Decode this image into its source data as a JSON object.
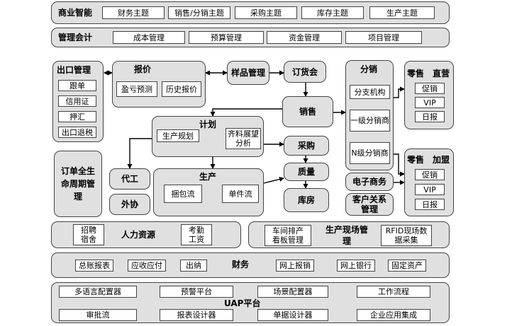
{
  "bi": {
    "title": "商业智能",
    "items": [
      "财务主题",
      "销售/分销主题",
      "采购主题",
      "库存主题",
      "生产主题"
    ]
  },
  "mgmt": {
    "title": "管理会计",
    "items": [
      "成本管理",
      "预算管理",
      "资金管理",
      "项目管理"
    ]
  },
  "export": {
    "title": "出口管理",
    "items": [
      "跟单",
      "信用证",
      "押汇",
      "出口退税"
    ]
  },
  "quote": {
    "title": "报价",
    "items": [
      "盈亏预测",
      "历史报价"
    ]
  },
  "sample": "样品管理",
  "order_meeting": "订货会",
  "sales": "销售",
  "distribution": {
    "title": "分销",
    "items": [
      "分支机构",
      "一级分销商",
      "N级分销商"
    ]
  },
  "retail_direct": {
    "title": "零售　直营",
    "items": [
      "促销",
      "VIP",
      "日报"
    ]
  },
  "retail_franchise": {
    "title": "零售　加盟",
    "items": [
      "促销",
      "VIP",
      "日报"
    ]
  },
  "plan": {
    "title": "计划",
    "items": [
      "生产规划",
      "齐料展望分析"
    ]
  },
  "purchase": "采购",
  "quality": "质量",
  "warehouse": "库房",
  "order_lifecycle": "订单全生命周期管理",
  "oem": "代工",
  "outsource": "外协",
  "production": {
    "title": "生产",
    "items": [
      "捆包流",
      "单件流"
    ]
  },
  "ecommerce": "电子商务",
  "crm": "客户关系管理",
  "hr": {
    "title": "人力资源",
    "items": [
      "招聘宿舍",
      "考勤工资"
    ]
  },
  "shopfloor": {
    "title": "生产现场管理",
    "items": [
      "车间排产看板管理",
      "RFID现场数据采集"
    ]
  },
  "finance": {
    "title": "财务",
    "items": [
      "总账报表",
      "应收应付",
      "出纳",
      "网上报销",
      "网上银行",
      "固定资产"
    ]
  },
  "uap": {
    "title": "UAP平台",
    "items": [
      "多语言配置器",
      "预警平台",
      "场景配置器",
      "工作流程",
      "审批流",
      "报表设计器",
      "单据设计器",
      "企业应用集成"
    ]
  }
}
